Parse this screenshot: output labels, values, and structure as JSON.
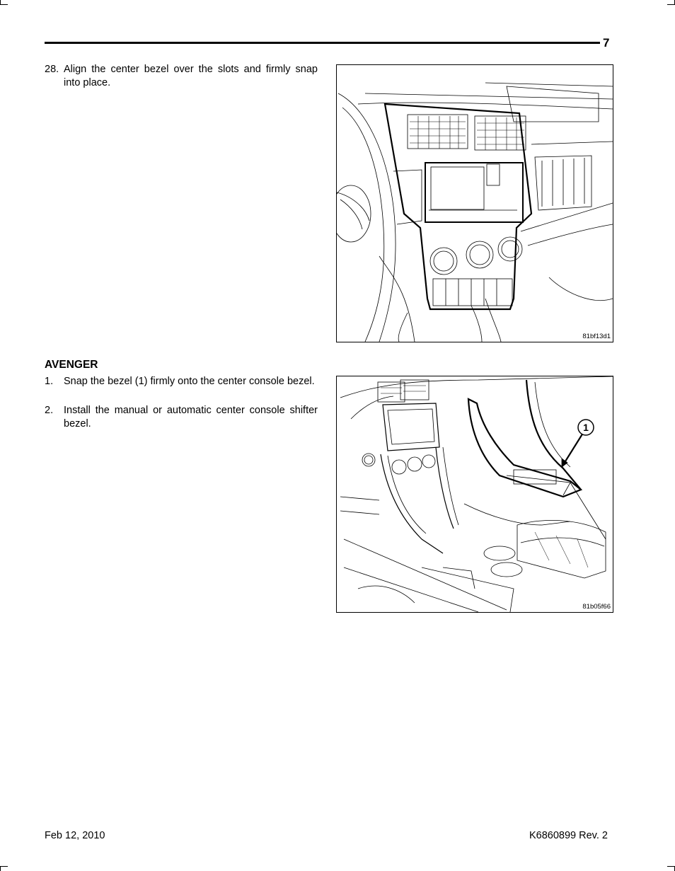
{
  "header": {
    "page_number": "7"
  },
  "steps_top": [
    {
      "number": "28.",
      "text": "Align the center bezel over the slots and firmly snap into place."
    }
  ],
  "section": {
    "heading": "AVENGER",
    "steps": [
      {
        "number": "1.",
        "text": "Snap the bezel (1) firmly onto the center console bezel."
      },
      {
        "number": "2.",
        "text": "Install the manual or automatic center console shifter bezel."
      }
    ]
  },
  "figures": [
    {
      "code": "81bf13d1"
    },
    {
      "code": "81b05f66",
      "callout": "1"
    }
  ],
  "footer": {
    "date": "Feb 12, 2010",
    "doc_number": "K6860899 Rev. 2"
  }
}
